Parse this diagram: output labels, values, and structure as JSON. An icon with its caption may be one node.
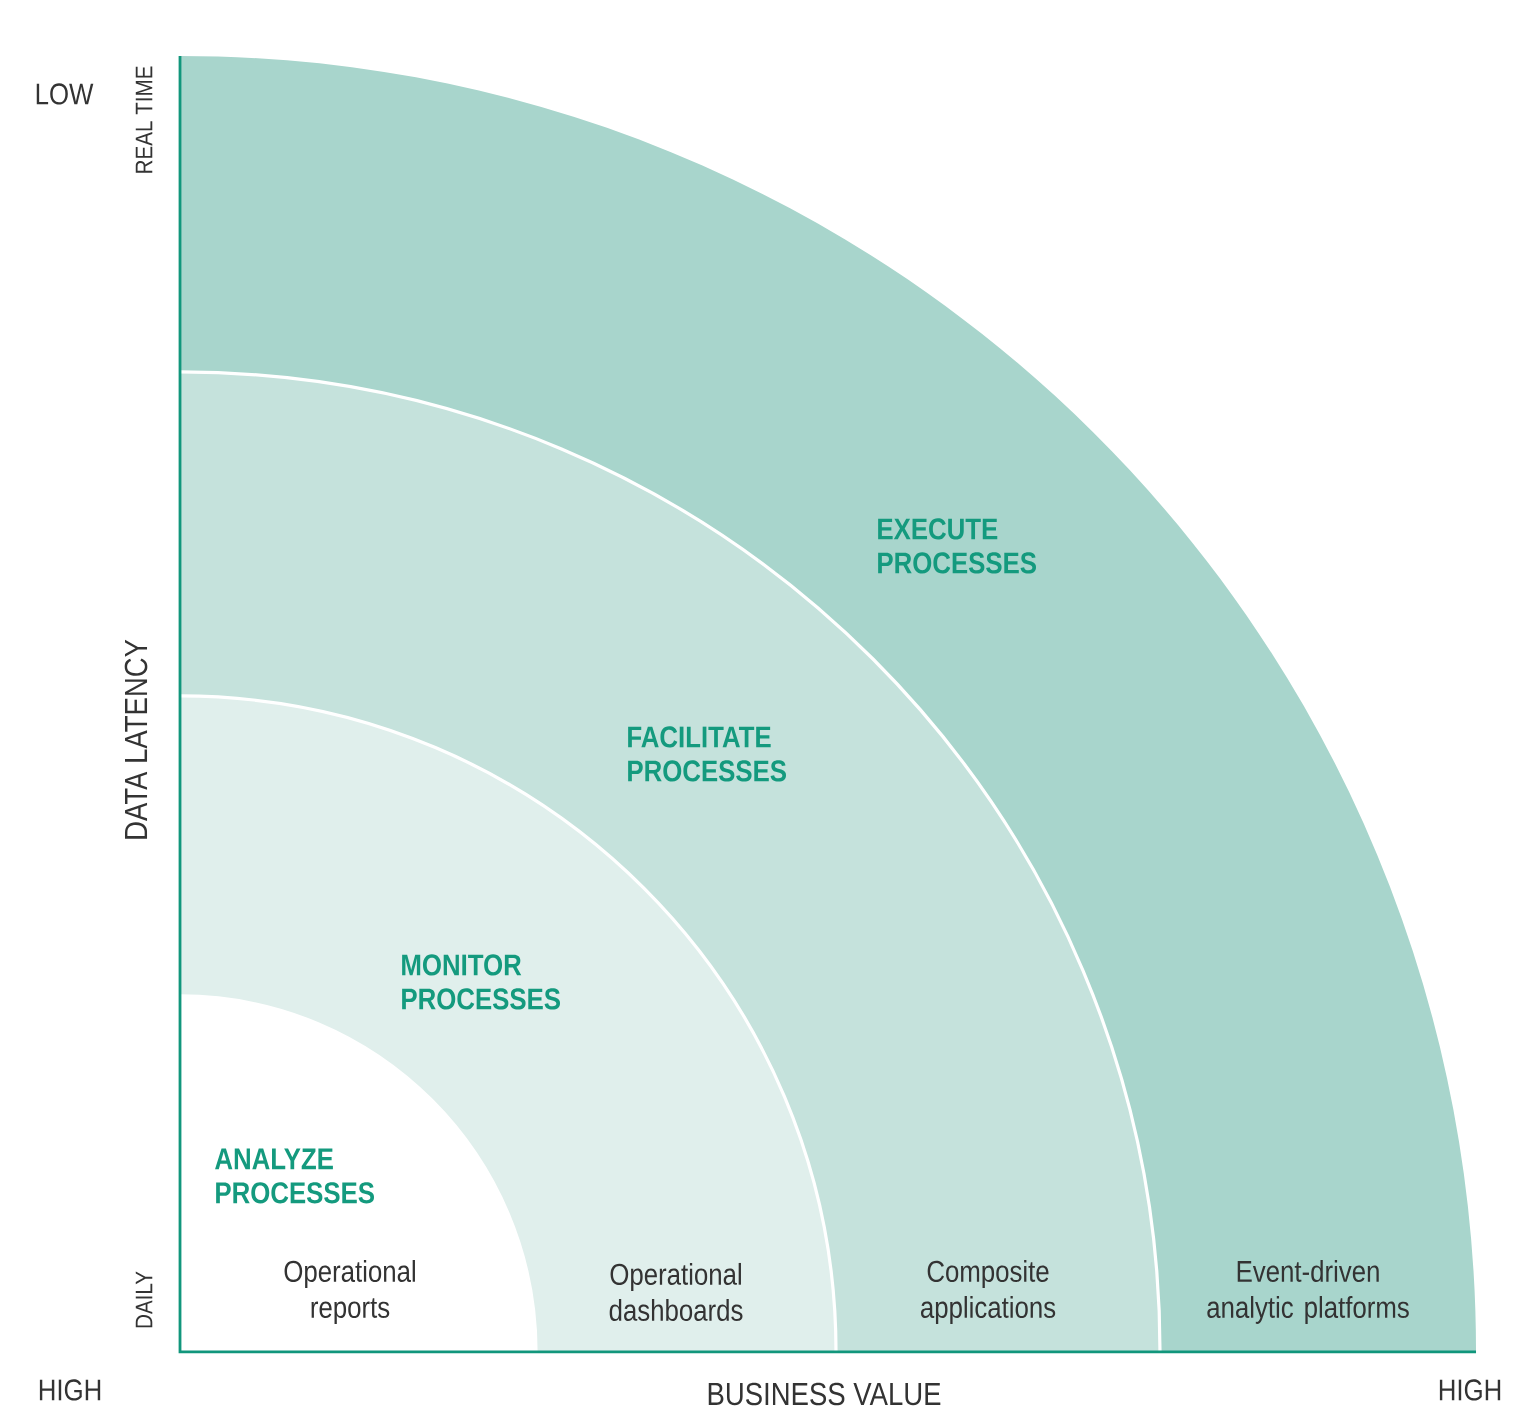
{
  "diagram": {
    "nodes": [
      {
        "text": [
          "ANALYZE PROCESSES",
          "Operational reports"
        ]
      },
      {
        "text": [
          "MONITOR PROCESSES",
          "Operational dashboards"
        ]
      },
      {
        "text": [
          "FACILITATE PROCESSES",
          "Composite applications"
        ]
      },
      {
        "text": [
          "EXECUTE PROCESSES",
          "Event-driven analytic platforms"
        ]
      }
    ],
    "labels": [
      "LOW",
      "REAL TIME",
      "DATA LATENCY",
      "DAILY",
      "HIGH",
      "BUSINESS VALUE",
      "HIGH"
    ]
  }
}
